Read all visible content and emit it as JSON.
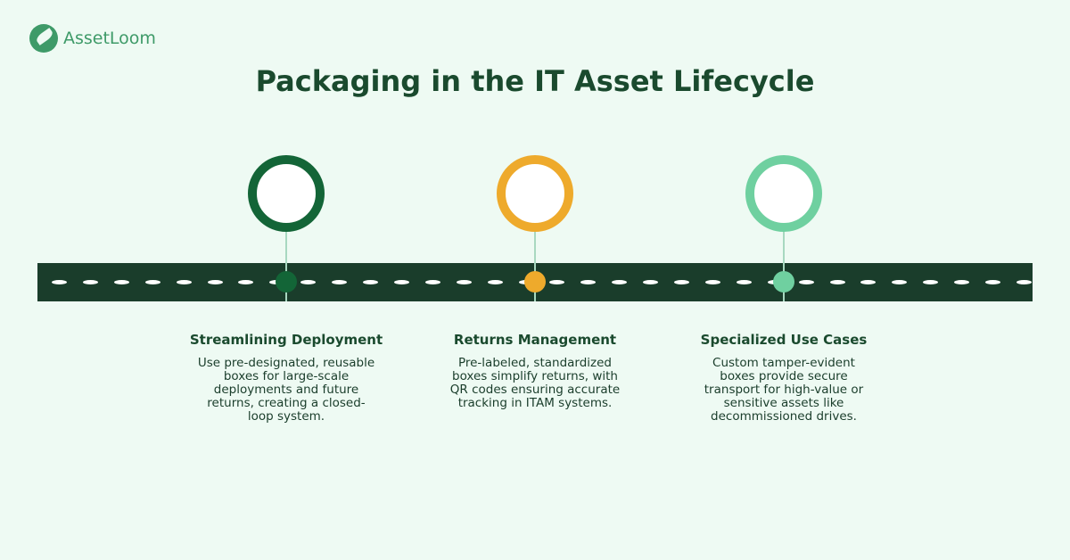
{
  "brand": {
    "name": "AssetLoom"
  },
  "title": "Packaging in the IT Asset Lifecycle",
  "colors": {
    "road": "#1a3d2b",
    "stage1": "#136537",
    "stage2": "#eeaa2c",
    "stage3": "#6fd0a0"
  },
  "stages": [
    {
      "title": "Streamlining Deployment",
      "text": "Use pre-designated, reusable boxes for large-scale deployments and future returns, creating a closed-loop system."
    },
    {
      "title": "Returns Management",
      "text": "Pre-labeled, standardized boxes simplify returns, with QR codes ensuring accurate tracking in ITAM systems."
    },
    {
      "title": "Specialized Use Cases",
      "text": "Custom tamper-evident boxes provide secure transport for high-value or sensitive assets like decommissioned drives."
    }
  ]
}
